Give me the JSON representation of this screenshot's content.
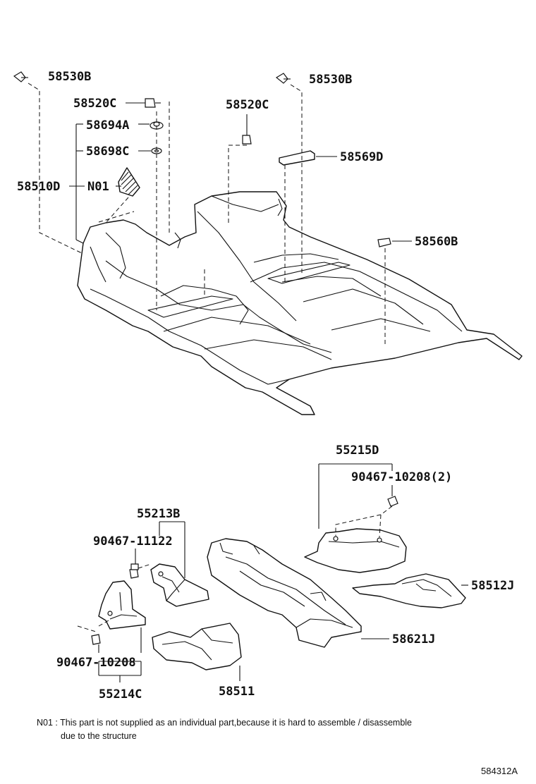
{
  "labels": {
    "p58530b_left": "58530B",
    "p58530b_right": "58530B",
    "p58520c_left": "58520C",
    "p58520c_right": "58520C",
    "p58694a": "58694A",
    "p58698c": "58698C",
    "p58510d": "58510D",
    "n01": "N01",
    "p58569d": "58569D",
    "p58560b": "58560B",
    "p55215d": "55215D",
    "p90467_10208_2": "90467-10208(2)",
    "p55213b": "55213B",
    "p90467_11122": "90467-11122",
    "p58512j": "58512J",
    "p58621j": "58621J",
    "p90467_10208": "90467-10208",
    "p55214c": "55214C",
    "p58511": "58511"
  },
  "note": {
    "line1": "N01 : This part is not supplied as an individual part,because it is hard to assemble / disassemble",
    "line2": "due to the structure"
  },
  "diagram_code": "584312A"
}
